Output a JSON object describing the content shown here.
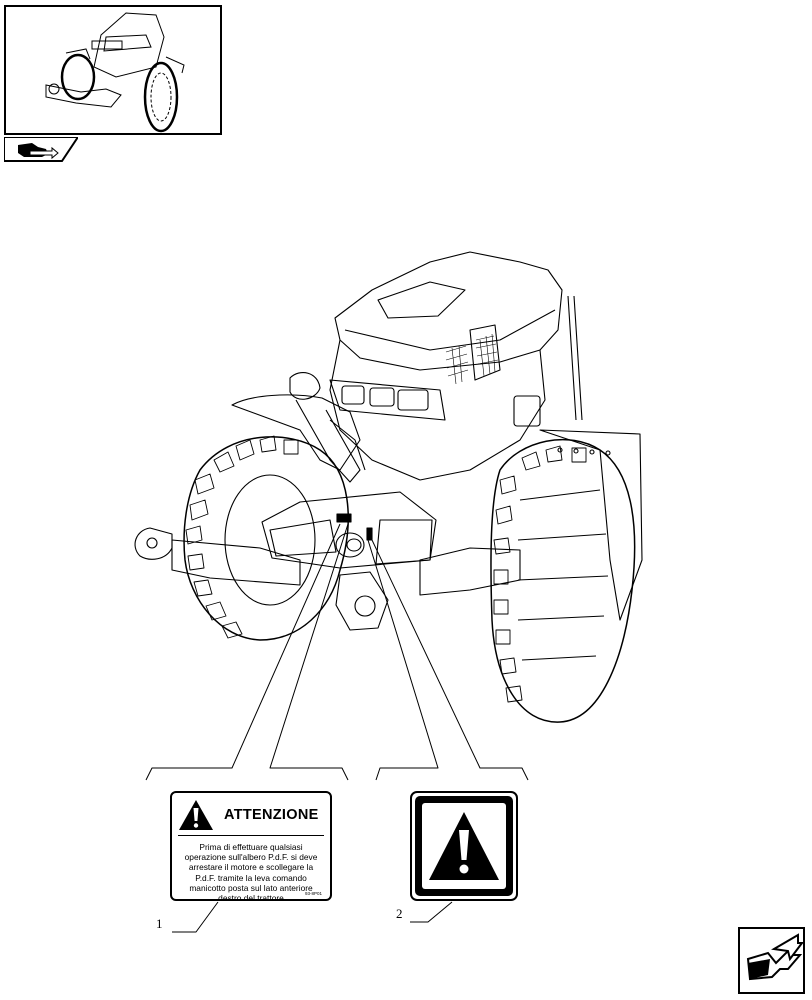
{
  "label_1": {
    "callout": "1",
    "header": "ATTENZIONE",
    "body": "Prima di effettuare qualsiasi operazione sull'albero P.d.F. si deve arrestare il motore e scollegare la P.d.F. tramite la leva comando manicotto posta sul lato anteriore destro del trattore",
    "code": "93-8P01"
  },
  "label_2": {
    "callout": "2"
  },
  "icons": {
    "thumbnail": "tractor-thumbnail-icon",
    "section_tab": "tractor-arrow-icon",
    "warning": "warning-triangle-icon",
    "navigation": "next-page-arrow-icon"
  }
}
